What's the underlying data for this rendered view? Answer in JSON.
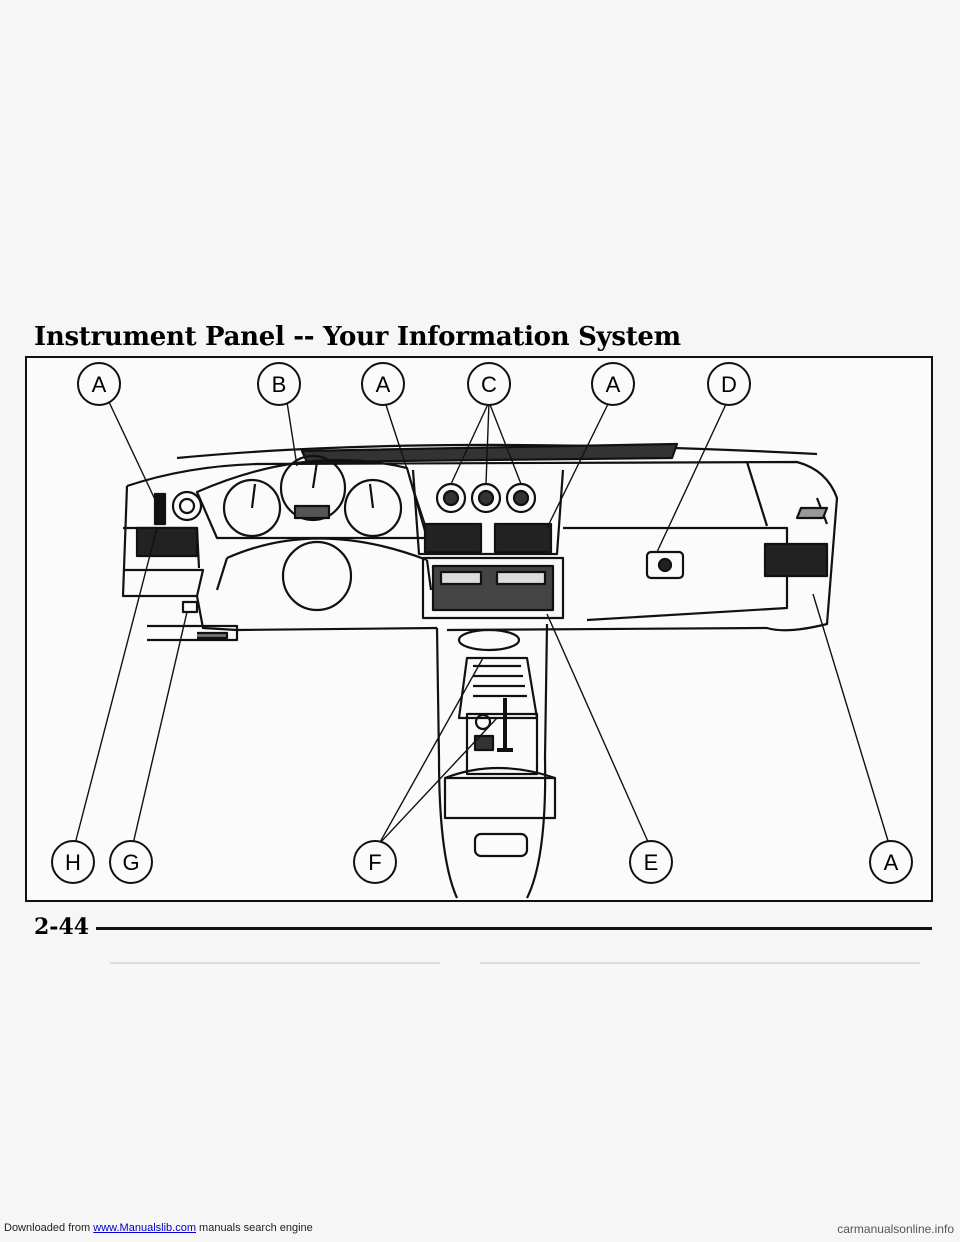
{
  "title": "Instrument Panel -- Your Information System",
  "page_number": "2-44",
  "diagram": {
    "callouts": {
      "a1": "A",
      "b": "B",
      "a2": "A",
      "c": "C",
      "a3": "A",
      "d": "D",
      "h": "H",
      "g": "G",
      "f": "F",
      "e": "E",
      "a4": "A"
    }
  },
  "footer": {
    "prefix": "Downloaded from ",
    "link": "www.Manualslib.com",
    "suffix": " manuals search engine"
  },
  "watermark": "carmanualsonline.info"
}
